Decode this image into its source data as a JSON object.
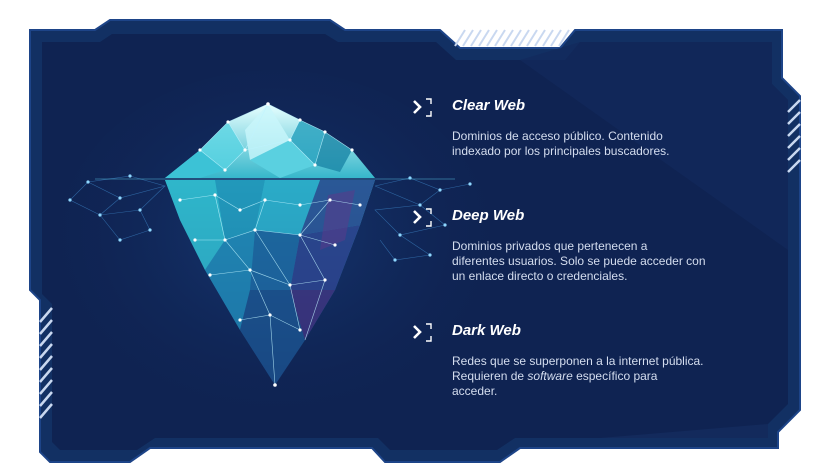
{
  "sections": [
    {
      "title": "Clear Web",
      "lines": [
        "Dominios de acceso público. Contenido",
        "indexado por los principales buscadores."
      ]
    },
    {
      "title": "Deep Web",
      "lines": [
        "Dominios privados que pertenecen a",
        "diferentes usuarios. Solo se puede acceder con",
        "un enlace directo o credenciales."
      ]
    },
    {
      "title": "Dark Web",
      "line1": "Redes que se superponen a la internet pública.",
      "line2_pre": "Requieren de ",
      "line2_em": "software",
      "line2_post": " específico para",
      "line3": "acceder."
    }
  ],
  "icons": {
    "section_icon": "chevron-bracket-icon",
    "illustration": "iceberg-illustration"
  },
  "colors": {
    "panel": "#0f2352",
    "panel_dark": "#0a1a40",
    "frame_accent": "#1a3a7a",
    "ice_light": "#5fd6e3",
    "ice_dark": "#1a5a86",
    "text": "#ffffff",
    "body_text": "#d4ddef"
  }
}
